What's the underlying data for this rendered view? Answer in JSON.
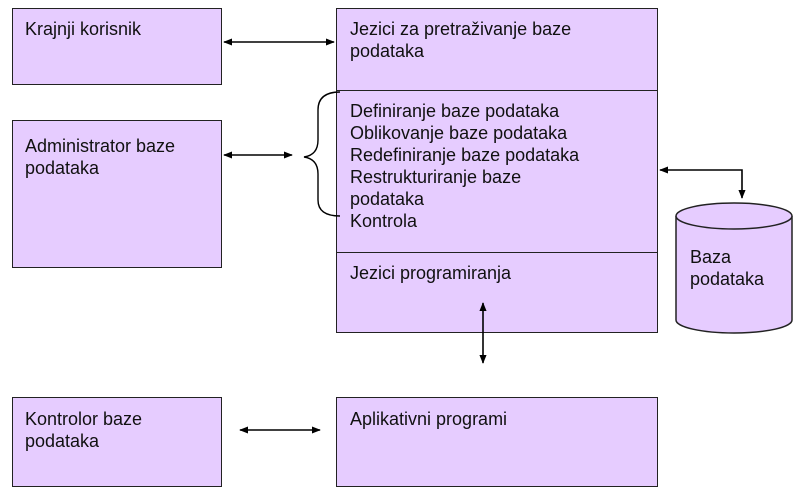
{
  "boxes": {
    "end_user": [
      "Krajnji korisnik"
    ],
    "db_admin": [
      "Administrator baze",
      "podataka"
    ],
    "db_controller": [
      "Kontrolor baze",
      "podataka"
    ],
    "query_languages": [
      "Jezici za pretraživanje baze",
      "podataka"
    ],
    "ddl_functions": [
      "Definiranje baze podataka",
      "Oblikovanje baze podataka",
      "Redefiniranje baze podataka",
      "Restrukturiranje baze",
      "podataka",
      "Kontrola"
    ],
    "programming_languages": [
      "Jezici programiranja"
    ],
    "applications": [
      "Aplikativni programi"
    ],
    "database": [
      "Baza",
      "podataka"
    ]
  },
  "colors": {
    "box_fill": "#e6ccff",
    "box_border": "#222222",
    "arrow": "#000000"
  }
}
